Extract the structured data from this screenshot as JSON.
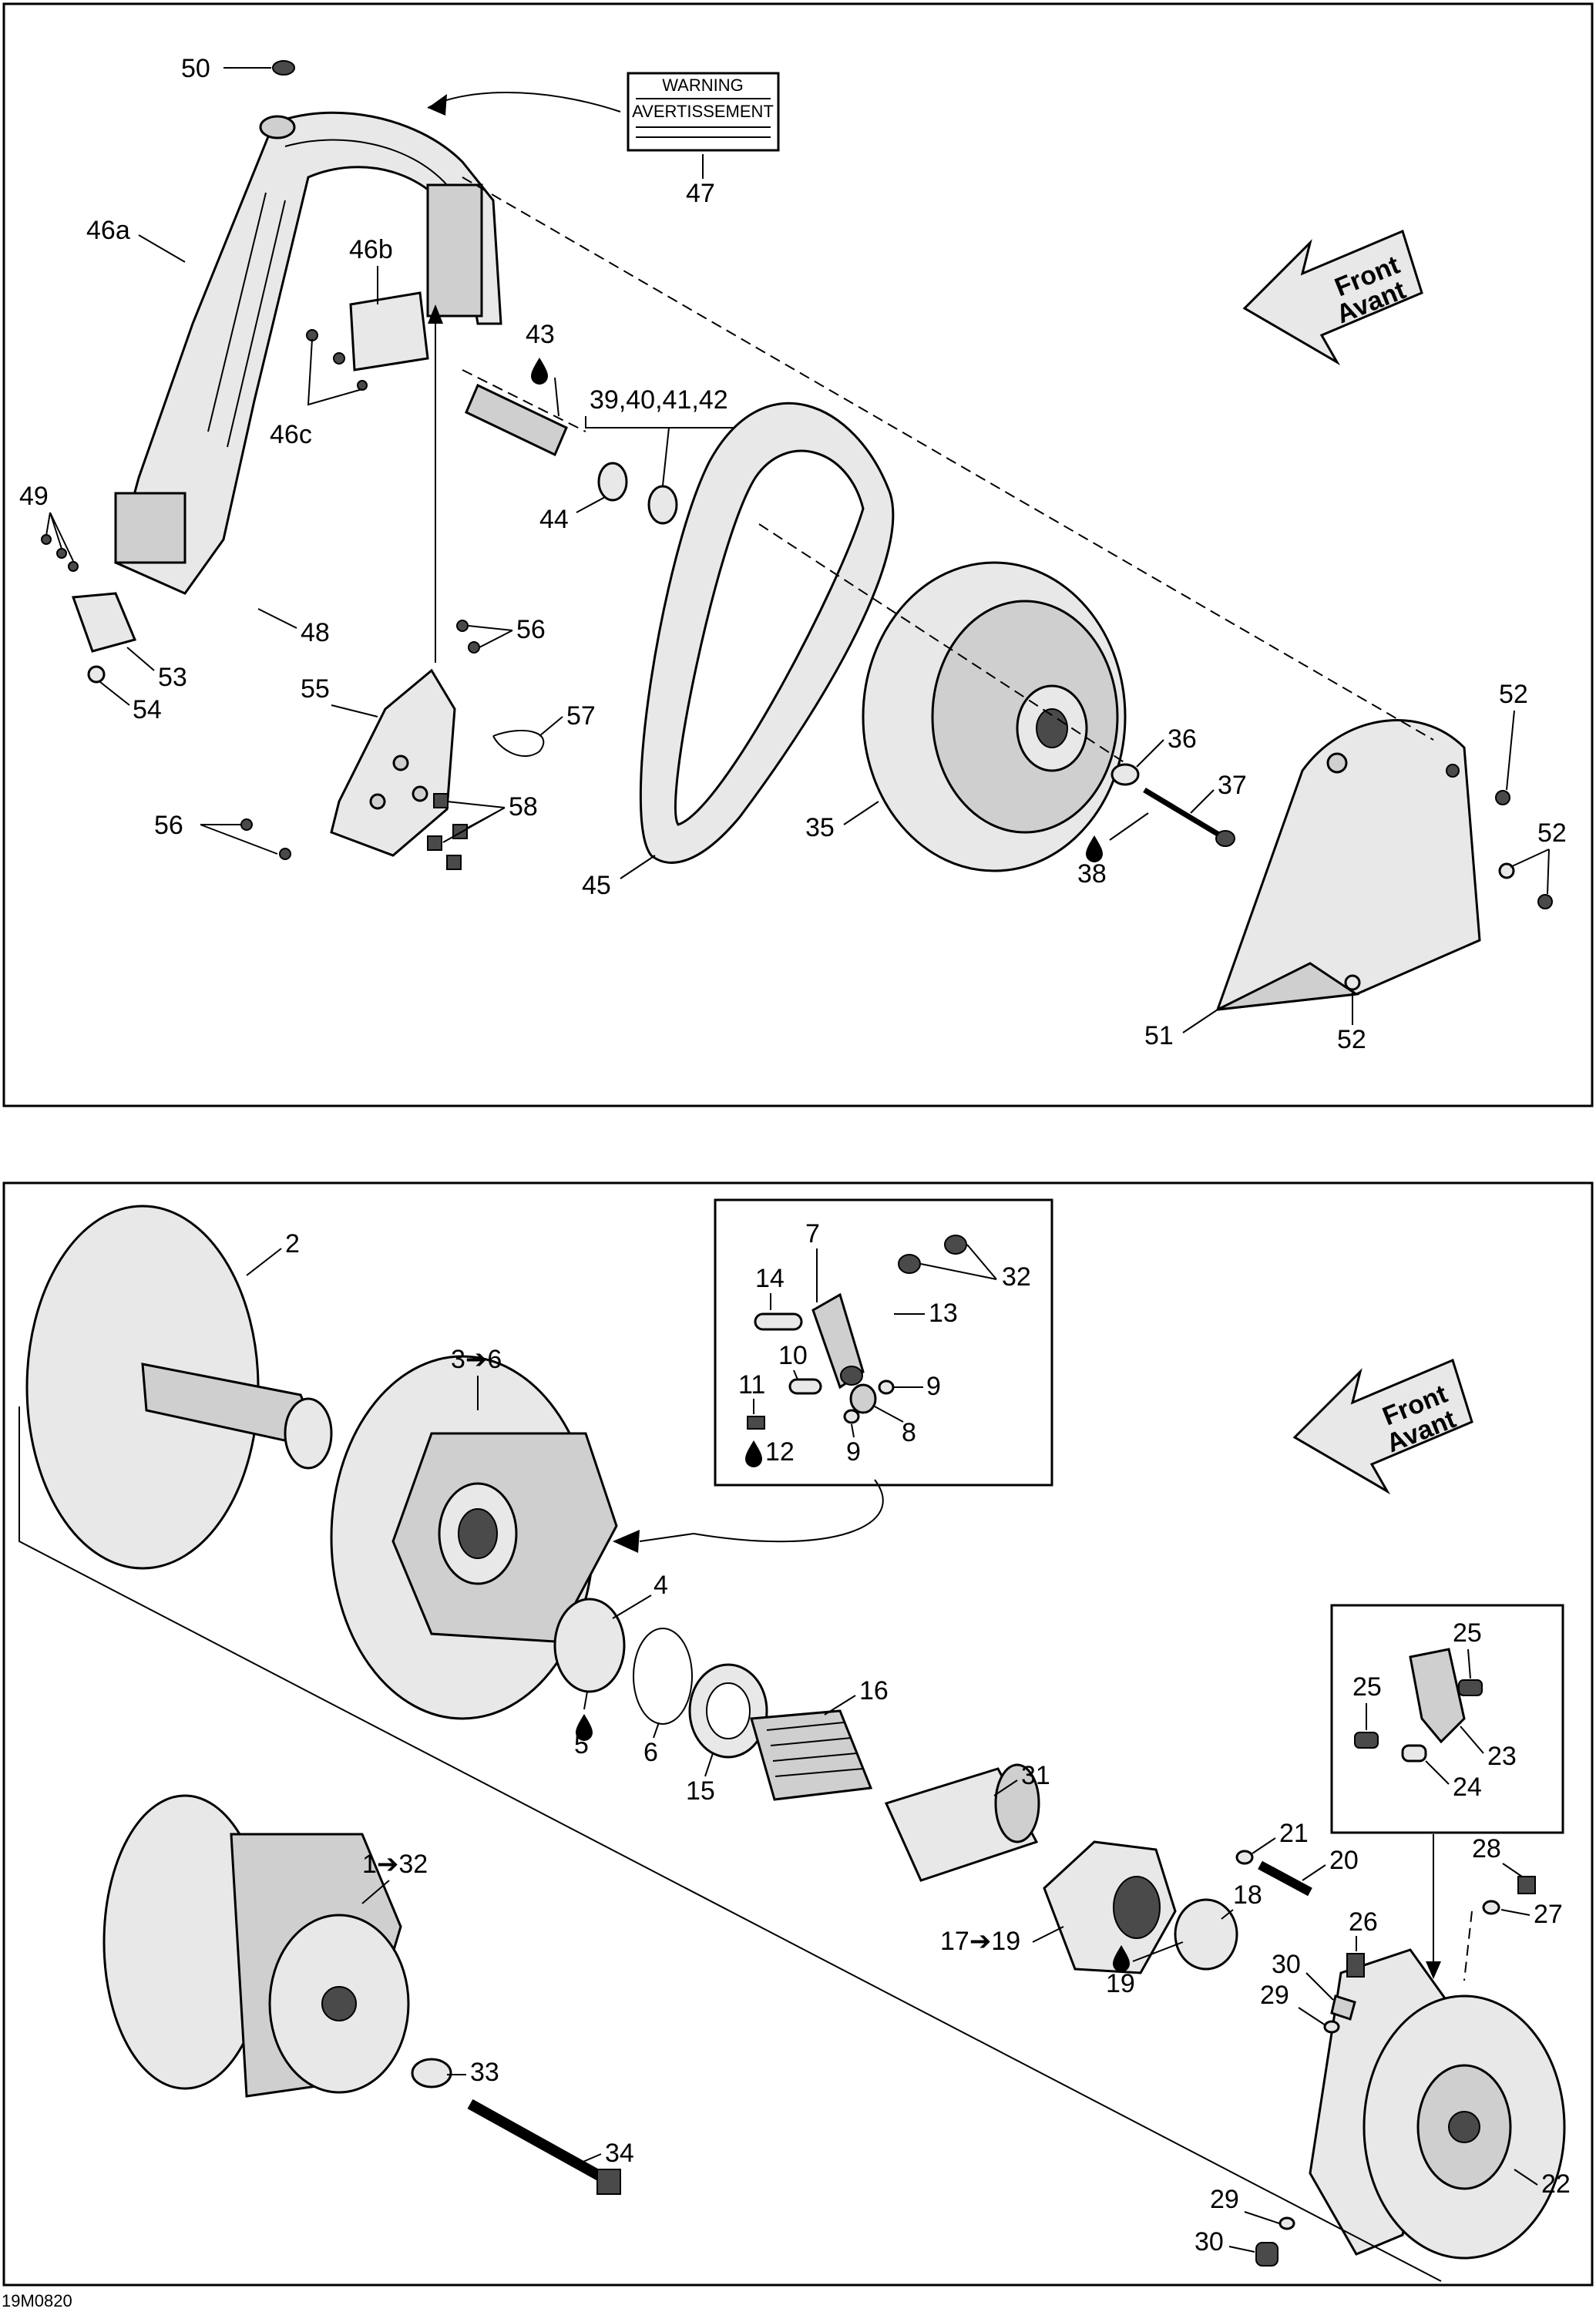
{
  "document_code": "19M0820",
  "direction_arrow": {
    "line1": "Front",
    "line2": "Avant"
  },
  "top_panel": {
    "labels": {
      "p50": "50",
      "p47": "47",
      "p46a": "46a",
      "p46b": "46b",
      "p46c": "46c",
      "p43": "43",
      "p39_42": "39,40,41,42",
      "p44": "44",
      "p49": "49",
      "p48": "48",
      "p53": "53",
      "p54": "54",
      "p56a": "56",
      "p55": "55",
      "p57": "57",
      "p58": "58",
      "p56b": "56",
      "p45": "45",
      "p35": "35",
      "p36": "36",
      "p37": "37",
      "p38": "38",
      "p52a": "52",
      "p52b": "52",
      "p52c": "52",
      "p51": "51"
    },
    "decal_text": {
      "warning": "WARNING",
      "avertissement": "AVERTISSEMENT"
    }
  },
  "bottom_panel": {
    "labels": {
      "p2": "2",
      "p3_6": "3➔6",
      "p7": "7",
      "p32a": "32",
      "p14": "14",
      "p13": "13",
      "p10": "10",
      "p11": "11",
      "p9a": "9",
      "p12": "12",
      "p9b": "9",
      "p8": "8",
      "p4": "4",
      "p5": "5",
      "p6": "6",
      "p15": "15",
      "p16": "16",
      "p31": "31",
      "p1_32": "1➔32",
      "p21": "21",
      "p20": "20",
      "p25a": "25",
      "p25b": "25",
      "p23": "23",
      "p24": "24",
      "p28": "28",
      "p27": "27",
      "p26": "26",
      "p18": "18",
      "p30a": "30",
      "p29a": "29",
      "p17_19": "17➔19",
      "p19": "19",
      "p33": "33",
      "p29b": "29",
      "p30b": "30",
      "p34": "34",
      "p22": "22"
    }
  },
  "icons": [
    "lubricant-drop-icon",
    "front-direction-arrow-icon"
  ]
}
